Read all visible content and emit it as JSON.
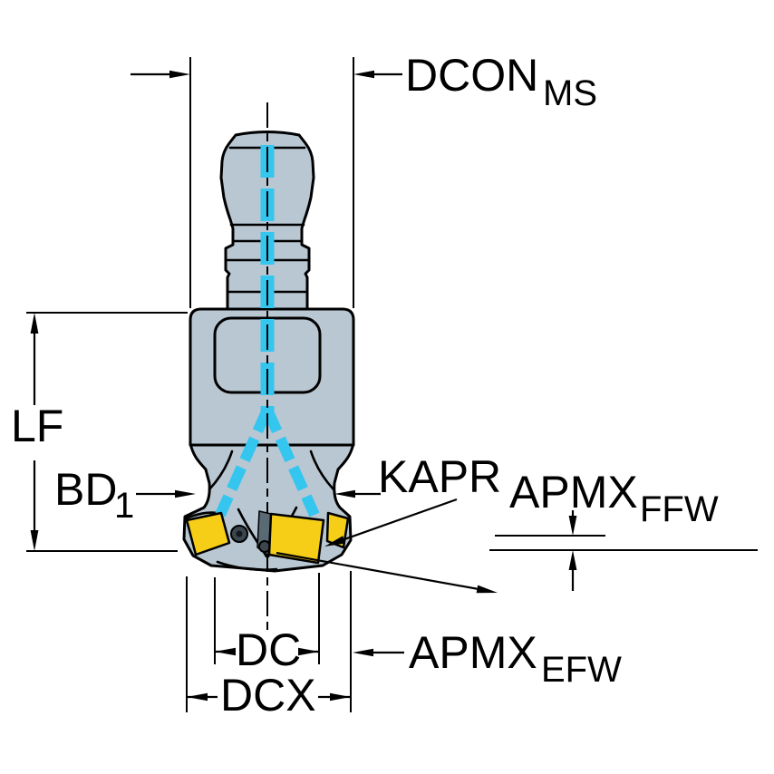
{
  "figure": {
    "labels": {
      "dcon": {
        "text": "DCON",
        "sub": "MS"
      },
      "lf": {
        "text": "LF"
      },
      "bd1": {
        "text": "BD",
        "sub": "1"
      },
      "kapr": {
        "text": "KAPR"
      },
      "apmx_ffw": {
        "text": "APMX",
        "sub": "FFW"
      },
      "dc": {
        "text": "DC"
      },
      "apmx_efw": {
        "text": "APMX",
        "sub": "EFW"
      },
      "dcx": {
        "text": "DCX"
      }
    },
    "colors": {
      "tool_body": "#b9c7d2",
      "coolant": "#35c6f0",
      "insert": "#f6ce17",
      "line": "#000000",
      "background": "#ffffff"
    }
  }
}
